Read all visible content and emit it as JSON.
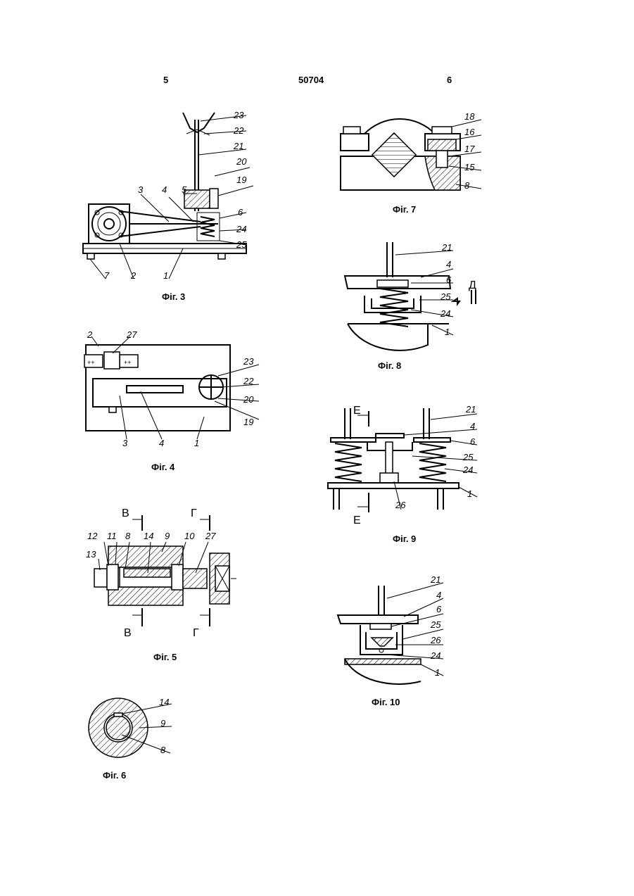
{
  "header": {
    "left_page": "5",
    "patent_number": "50704",
    "right_page": "6"
  },
  "figures": {
    "fig3": {
      "caption": "Фіг. 3",
      "labels": [
        "23",
        "22",
        "21",
        "20",
        "19",
        "3",
        "4",
        "5",
        "6",
        "24",
        "25",
        "7",
        "2",
        "1"
      ]
    },
    "fig4": {
      "caption": "Фіг. 4",
      "labels": [
        "2",
        "27",
        "23",
        "22",
        "20",
        "19",
        "3",
        "4",
        "1"
      ]
    },
    "fig5": {
      "caption": "Фіг. 5",
      "labels": [
        "B",
        "Г",
        "12",
        "11",
        "8",
        "14",
        "9",
        "10",
        "27",
        "13",
        "B",
        "Г"
      ]
    },
    "fig6": {
      "caption": "Фіг. 6",
      "labels": [
        "14",
        "9",
        "8"
      ]
    },
    "fig7": {
      "caption": "Фіг. 7",
      "labels": [
        "18",
        "16",
        "17",
        "15",
        "8"
      ]
    },
    "fig8": {
      "caption": "Фіг. 8",
      "labels": [
        "21",
        "4",
        "6",
        "25",
        "24",
        "1",
        "Д"
      ]
    },
    "fig9": {
      "caption": "Фіг. 9",
      "labels": [
        "E",
        "21",
        "4",
        "6",
        "25",
        "24",
        "1",
        "26",
        "E"
      ]
    },
    "fig10": {
      "caption": "Фіг. 10",
      "labels": [
        "21",
        "4",
        "6",
        "25",
        "26",
        "24",
        "1"
      ]
    }
  }
}
